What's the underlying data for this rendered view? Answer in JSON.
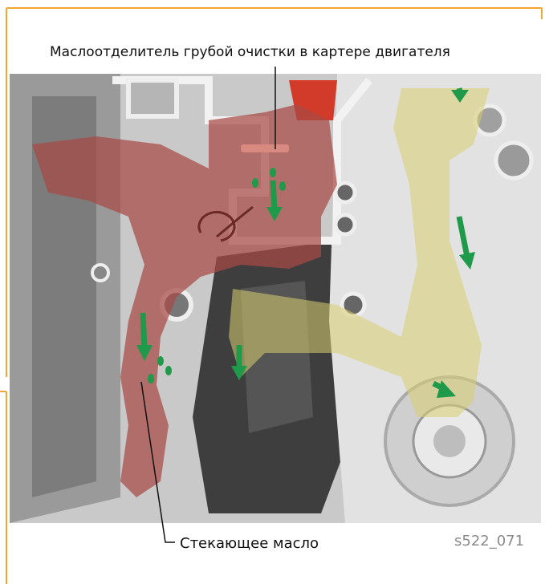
{
  "labels": {
    "top_callout": "Маслоотделитель грубой очистки в картере двигателя",
    "bottom_callout": "Стекающее масло",
    "figure_code": "s522_071"
  },
  "colors": {
    "frame_orange": "#F0A830",
    "separator_red": "#A84A44",
    "oil_yellow": "#D8D070",
    "oil_arrow_green": "#1E9A4A",
    "engine_gray": "#8C8C8C"
  }
}
